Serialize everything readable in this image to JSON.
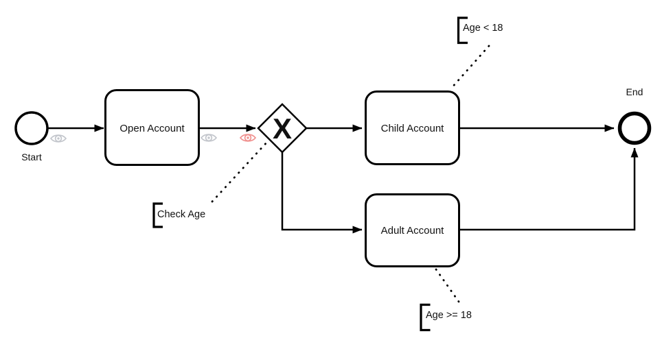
{
  "diagram": {
    "type": "bpmn-process",
    "background": "#ffffff",
    "nodes": {
      "start_event": {
        "label": "Start",
        "kind": "start-event"
      },
      "open_account_task": {
        "label": "Open Account",
        "kind": "task"
      },
      "age_gateway": {
        "label": "X",
        "kind": "exclusive-gateway"
      },
      "child_account_task": {
        "label": "Child Account",
        "kind": "task"
      },
      "adult_account_task": {
        "label": "Adult Account",
        "kind": "task"
      },
      "end_event": {
        "label": "End",
        "kind": "end-event"
      }
    },
    "annotations": {
      "check_age": {
        "text": "Check Age"
      },
      "age_lt_18": {
        "text": "Age < 18"
      },
      "age_gte_18": {
        "text": "Age >= 18"
      }
    },
    "icons": {
      "eye_after_start": {
        "name": "eye-icon",
        "color": "#c3c6cc"
      },
      "eye_after_open_account": {
        "name": "eye-icon",
        "color": "#c3c6cc"
      },
      "eye_before_gateway": {
        "name": "eye-icon",
        "color": "#f0918f"
      }
    },
    "colors": {
      "shape_stroke": "#000000",
      "shape_fill": "#ffffff",
      "eye_gray": "#c3c6cc",
      "eye_red": "#f0918f"
    }
  }
}
